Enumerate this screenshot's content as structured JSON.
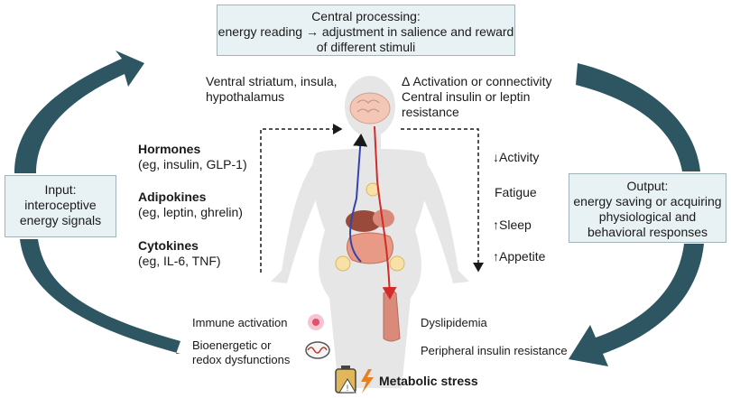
{
  "central_box": {
    "title": "Central processing:",
    "line2": "energy reading → adjustment in salience and reward",
    "line3": "of different stimuli"
  },
  "input_box": {
    "line1": "Input:",
    "line2": "interoceptive",
    "line3": "energy signals"
  },
  "output_box": {
    "line1": "Output:",
    "line2": "energy saving or acquiring",
    "line3": "physiological and",
    "line4": "behavioral responses"
  },
  "brain_regions": {
    "line1": "Ventral striatum, insula,",
    "line2": "hypothalamus"
  },
  "central_changes": {
    "line1": "Δ Activation or connectivity",
    "line2": "Central insulin or leptin",
    "line3": "resistance"
  },
  "signals": {
    "hormones_title": "Hormones",
    "hormones_examples": "(eg, insulin, GLP-1)",
    "adipokines_title": "Adipokines",
    "adipokines_examples": "(eg, leptin, ghrelin)",
    "cytokines_title": "Cytokines",
    "cytokines_examples": "(eg, IL-6, TNF)"
  },
  "responses": {
    "activity": "↓Activity",
    "fatigue": "Fatigue",
    "sleep": "↑Sleep",
    "appetite": "↑Appetite"
  },
  "peripheral_left": {
    "immune": "Immune activation",
    "bioenergetic_1": "Bioenergetic or",
    "bioenergetic_2": "redox dysfunctions"
  },
  "peripheral_right": {
    "dyslipidemia": "Dyslipidemia",
    "insulin_resistance": "Peripheral insulin resistance"
  },
  "metabolic_stress": "Metabolic stress",
  "colors": {
    "cycle_arrow": "#2d5562",
    "box_fill": "#e8f1f3",
    "body_silhouette": "#e6e6e6",
    "efferent_path": "#d22b2b",
    "afferent_path": "#3346a8",
    "brain": "#f2c7b6"
  }
}
